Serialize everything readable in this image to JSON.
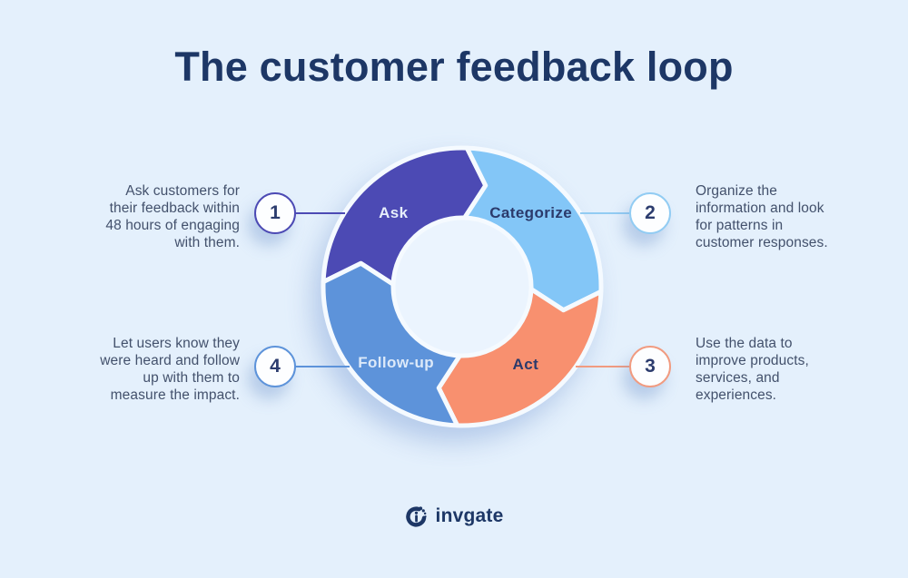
{
  "title": "The customer feedback loop",
  "colors": {
    "background": "#e4f0fc",
    "title_navy": "#1d3766",
    "body_text": "#43516c",
    "segment_gap": "#f5faff",
    "donut_hole": "#ebf4fe"
  },
  "loop": {
    "segments": [
      {
        "label": "Ask",
        "color": "#4c4ab4",
        "label_color": "#e6eefb"
      },
      {
        "label": "Categorize",
        "color": "#83c6f7",
        "label_color": "#2b3a6b"
      },
      {
        "label": "Act",
        "color": "#f8906f",
        "label_color": "#2b3a6b"
      },
      {
        "label": "Follow-up",
        "color": "#5d93da",
        "label_color": "#dce9f9"
      }
    ]
  },
  "steps": [
    {
      "number": "1",
      "accent": "#4c4ab4",
      "lines": [
        "Ask customers for",
        "their feedback within",
        "48 hours of engaging",
        "with them."
      ]
    },
    {
      "number": "2",
      "accent": "#92ccf3",
      "lines": [
        "Organize the",
        "information and look",
        "for patterns in",
        "customer responses."
      ]
    },
    {
      "number": "3",
      "accent": "#f19b80",
      "lines": [
        "Use the data to",
        "improve products,",
        "services, and",
        "experiences."
      ]
    },
    {
      "number": "4",
      "accent": "#5d93da",
      "lines": [
        "Let users know they",
        "were heard and follow",
        "up with them to",
        "measure the impact."
      ]
    }
  ],
  "logo": {
    "text": "invgate"
  }
}
